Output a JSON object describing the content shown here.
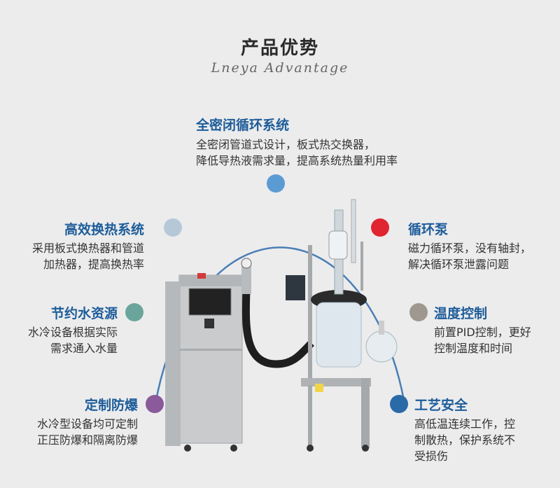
{
  "header": {
    "title": "产品优势",
    "subtitle": "Lneya Advantage"
  },
  "features": {
    "top": {
      "title": "全密闭循环系统",
      "lines": [
        "全密闭管道式设计，板式热交换器，",
        "降低导热液需求量，提高系统热量利用率"
      ],
      "color": "#5b9bd3"
    },
    "left1": {
      "title": "高效换热系统",
      "lines": [
        "采用板式换热器和管道",
        "加热器，提高换热率"
      ],
      "color": "#b6c8d8"
    },
    "left2": {
      "title": "节约水资源",
      "lines": [
        "水冷设备根据实际",
        "需求通入水量"
      ],
      "color": "#6aa59b"
    },
    "left3": {
      "title": "定制防爆",
      "lines": [
        "水冷型设备均可定制",
        "正压防爆和隔离防爆"
      ],
      "color": "#8a5a9a"
    },
    "right1": {
      "title": "循环泵",
      "lines": [
        "磁力循环泵，没有轴封，",
        "解决循环泵泄露问题"
      ],
      "color": "#e02430"
    },
    "right2": {
      "title": "温度控制",
      "lines": [
        "前置PID控制，更好",
        "控制温度和时间"
      ],
      "color": "#9e9890"
    },
    "right3": {
      "title": "工艺安全",
      "lines": [
        "高低温连续工作，控",
        "制散热，保护系统不",
        "受损伤"
      ],
      "color": "#2a6aa6"
    }
  },
  "arc_color": "#4a7fb6"
}
